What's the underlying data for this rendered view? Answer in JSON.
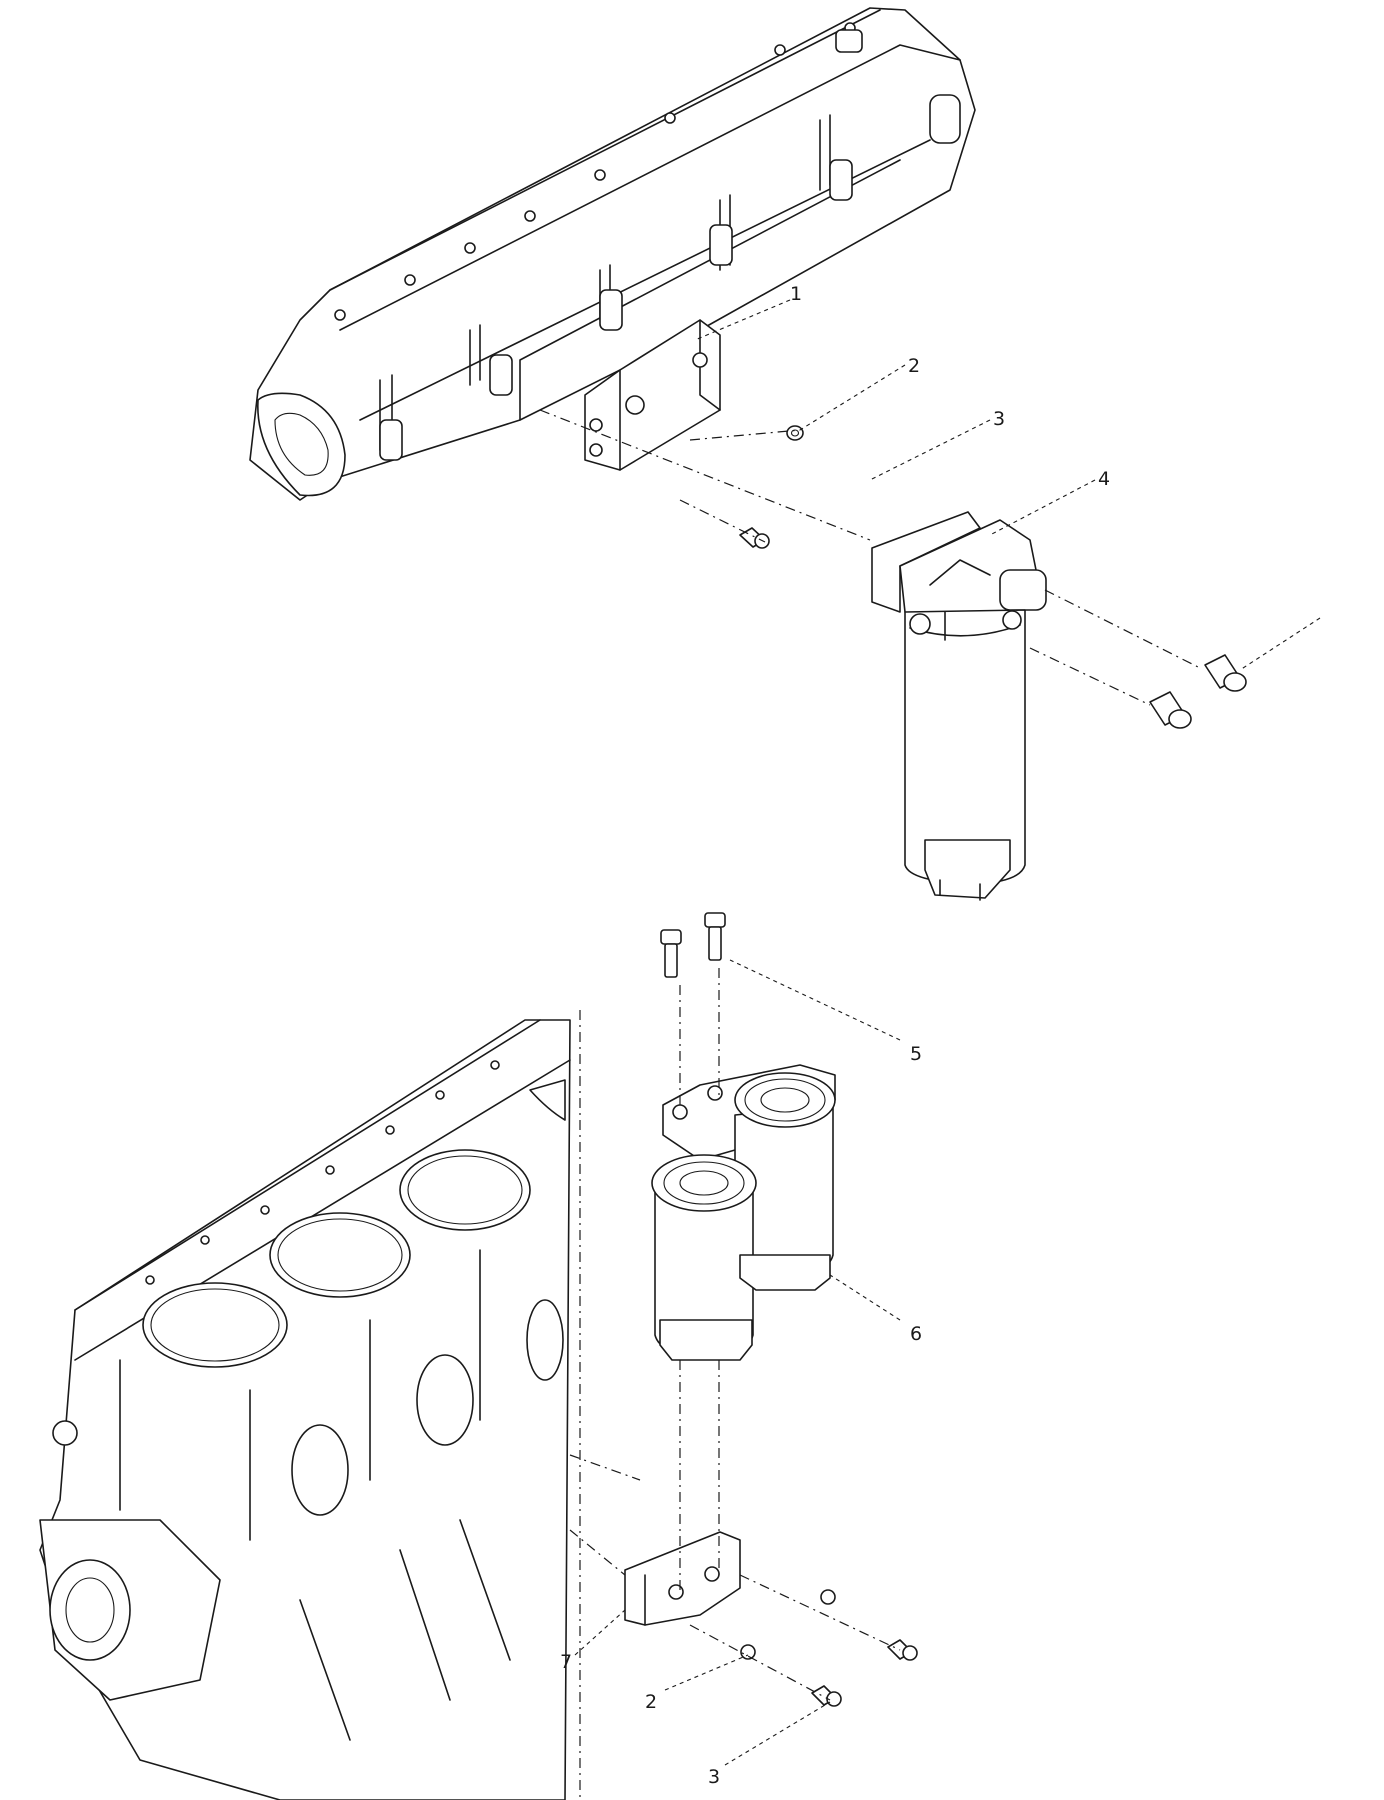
{
  "callouts": {
    "c1": "1",
    "c2_top": "2",
    "c3_top": "3",
    "c4": "4",
    "c5": "5",
    "c6": "6",
    "c7": "7",
    "c2_bottom": "2",
    "c3_bottom": "3"
  },
  "colors": {
    "ink": "#1a1a1a",
    "background": "#ffffff"
  }
}
